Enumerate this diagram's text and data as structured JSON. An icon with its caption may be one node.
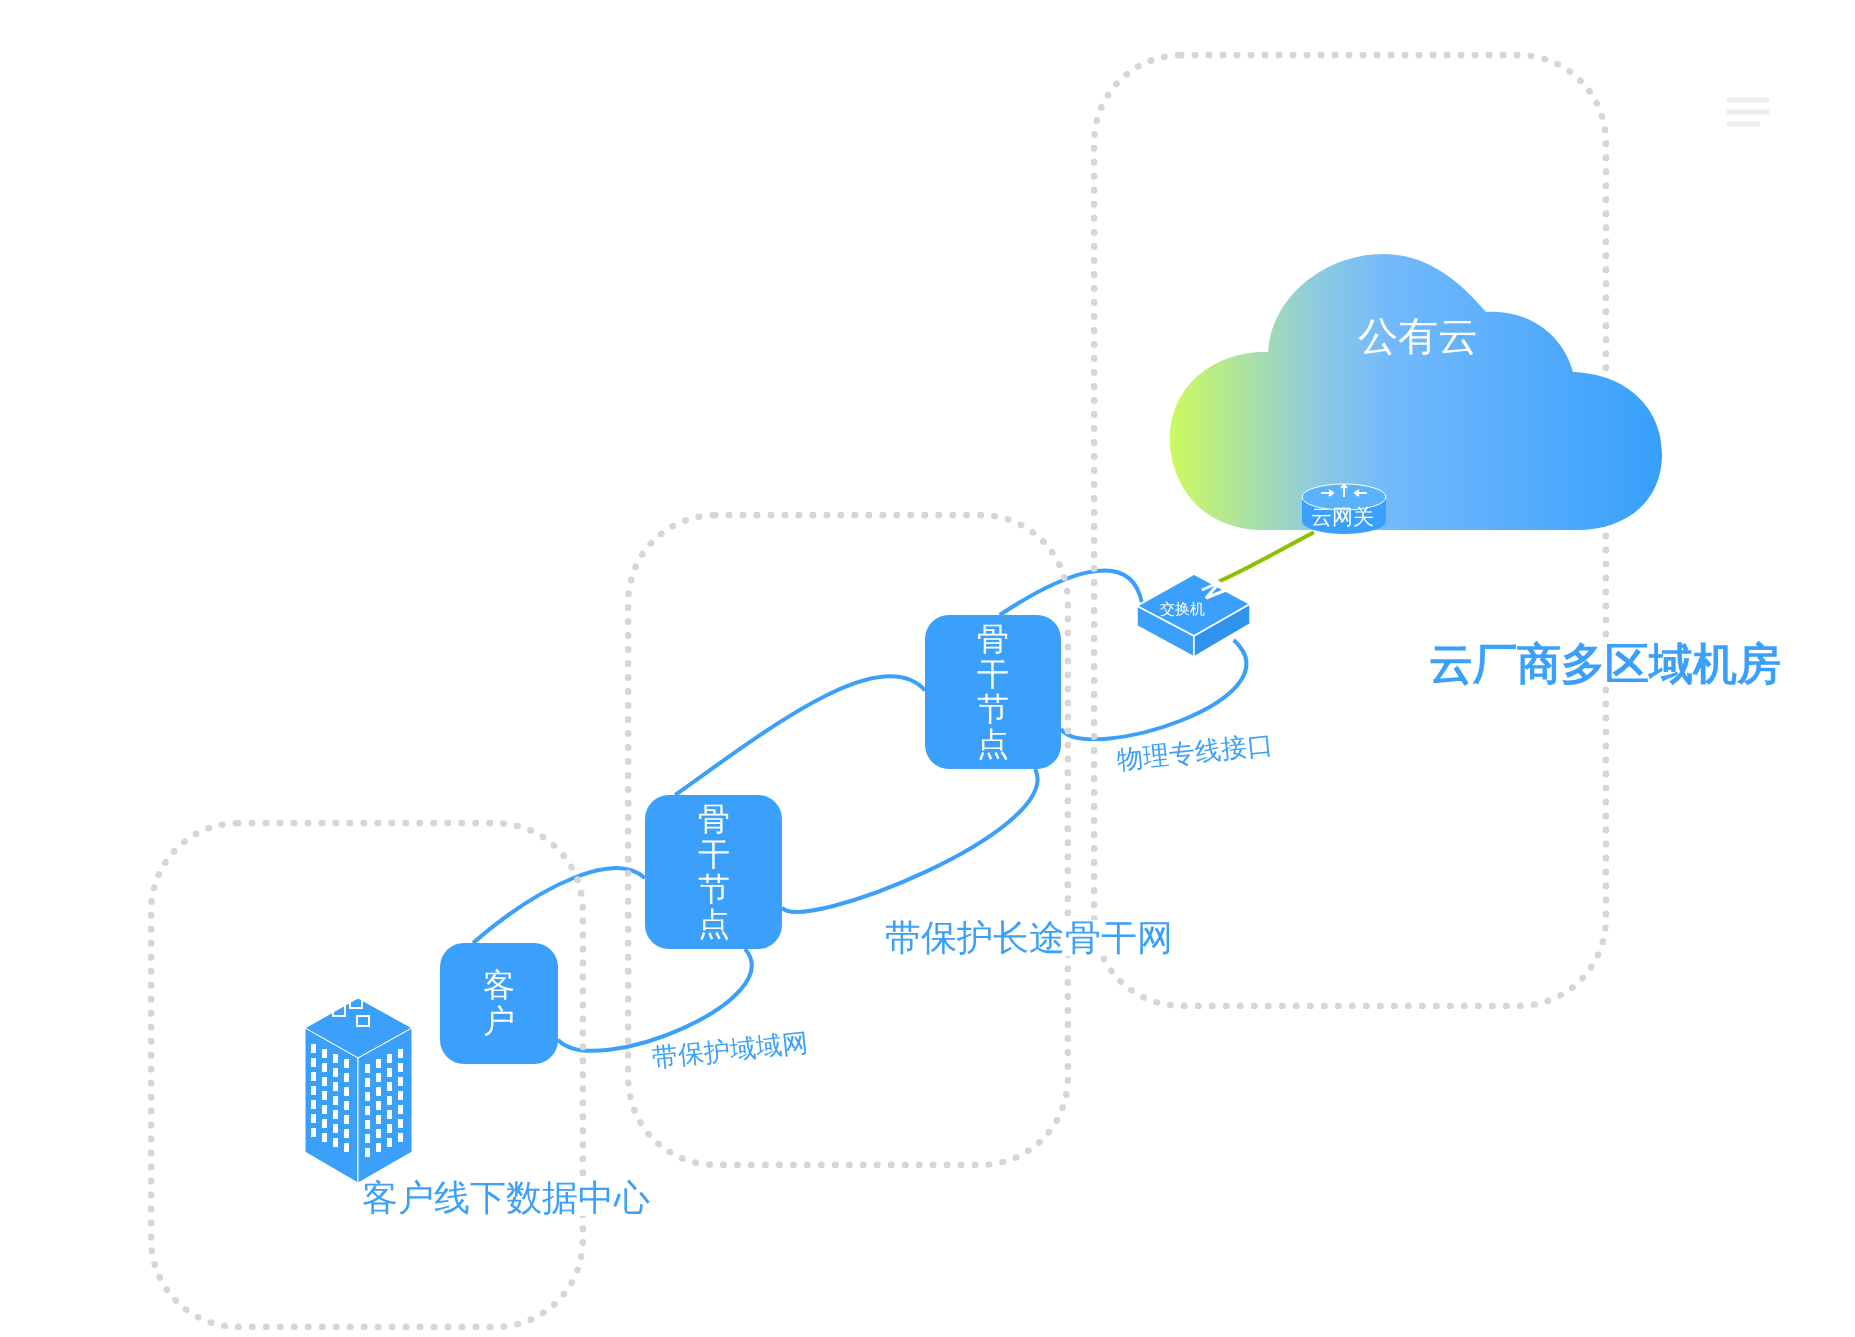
{
  "diagram": {
    "nodes": [
      {
        "text": [
          "云厂商多区域机房"
        ]
      },
      {
        "text": [
          "公有云"
        ],
        "in": 0
      },
      {
        "text": [
          "云网关"
        ],
        "in": 1
      },
      {
        "text": [
          "交换机"
        ],
        "in": 0
      },
      {
        "text": [
          "带保护长途骨干网"
        ]
      },
      {
        "text": [
          "骨干节点"
        ],
        "in": 4
      },
      {
        "text": [
          "骨干节点"
        ],
        "in": 4
      },
      {
        "text": [
          "客户线下数据中心"
        ]
      },
      {
        "text": [
          "客户"
        ],
        "in": 7
      }
    ],
    "edges": [
      {
        "from": 8,
        "to": 6,
        "arrow": "none"
      },
      {
        "from": 8,
        "to": 6,
        "arrow": "none",
        "label": "带保护域域网"
      },
      {
        "from": 6,
        "to": 5,
        "arrow": "none"
      },
      {
        "from": 6,
        "to": 5,
        "arrow": "none"
      },
      {
        "from": 5,
        "to": 3,
        "arrow": "none"
      },
      {
        "from": 5,
        "to": 3,
        "arrow": "none",
        "label": "物理专线接口"
      },
      {
        "from": 3,
        "to": 2,
        "arrow": "none",
        "color": "#8bc100"
      }
    ]
  }
}
